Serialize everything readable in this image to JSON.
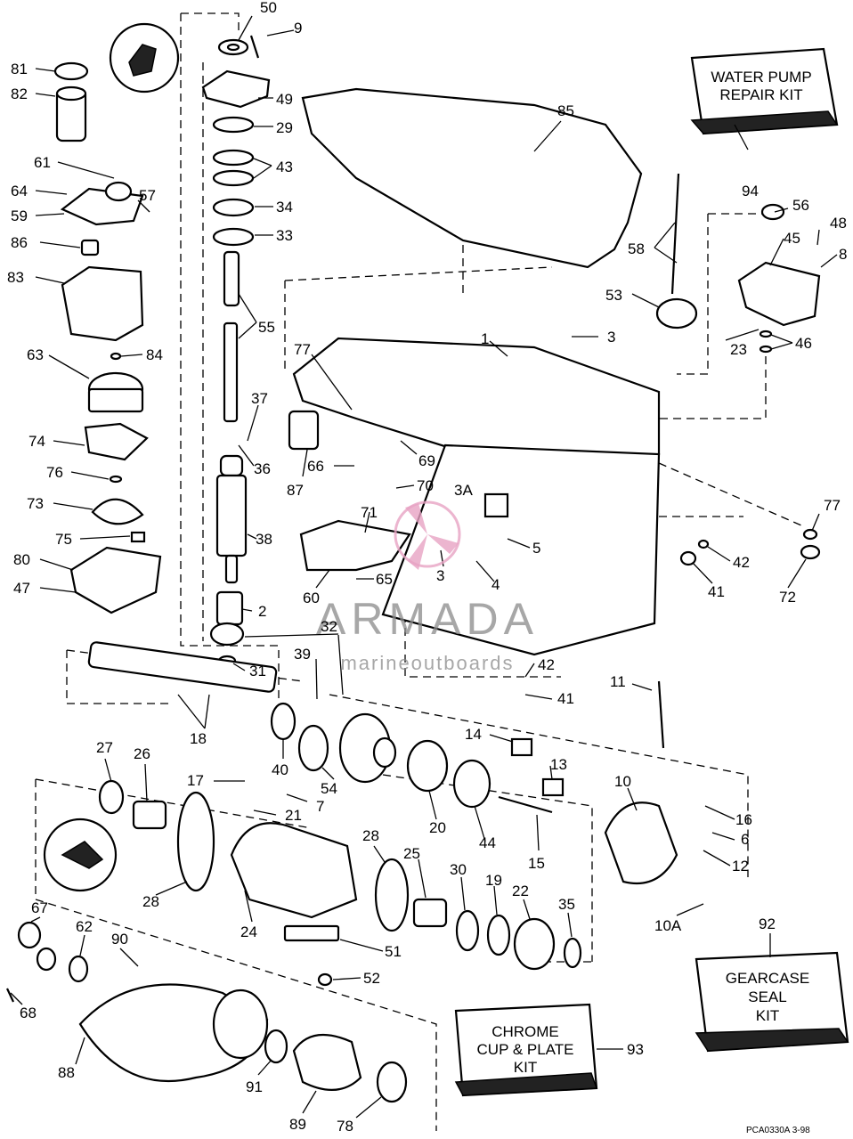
{
  "kits": {
    "water_pump": [
      "WATER PUMP",
      "REPAIR KIT"
    ],
    "gearcase_seal": [
      "GEARCASE",
      "SEAL",
      "KIT"
    ],
    "chrome_cup": [
      "CHROME",
      "CUP & PLATE",
      "KIT"
    ]
  },
  "watermark": {
    "brand": "ARMADA",
    "tagline": "marineoutboards",
    "accent": "#e7a3c3"
  },
  "figure_code": "PCA0330A   3-98",
  "callouts": {
    "c50": "50",
    "c9": "9",
    "c81": "81",
    "c82": "82",
    "c49": "49",
    "c29": "29",
    "c85": "85",
    "c61": "61",
    "c43": "43",
    "c64": "64",
    "c57": "57",
    "c59": "59",
    "c34": "34",
    "c33": "33",
    "c86": "86",
    "c94": "94",
    "c56": "56",
    "c48": "48",
    "c45": "45",
    "c8": "8",
    "c58": "58",
    "c83": "83",
    "c55": "55",
    "c53": "53",
    "c1": "1",
    "c3": "3",
    "c77": "77",
    "c63": "63",
    "c84": "84",
    "c23": "23",
    "c46": "46",
    "c37": "37",
    "c74": "74",
    "c66": "66",
    "c69": "69",
    "c36": "36",
    "c76": "76",
    "c87": "87",
    "c70": "70",
    "c3a": "3A",
    "c73": "73",
    "c71": "71",
    "c77b": "77",
    "c5": "5",
    "c38": "38",
    "c75": "75",
    "c42": "42",
    "c80": "80",
    "c3b": "3",
    "c4": "4",
    "c65": "65",
    "c41": "41",
    "c72": "72",
    "c47": "47",
    "c60": "60",
    "c2": "2",
    "c32": "32",
    "c39": "39",
    "c42b": "42",
    "c31": "31",
    "c11": "11",
    "c41b": "41",
    "c18": "18",
    "c14": "14",
    "c27": "27",
    "c26": "26",
    "c40": "40",
    "c13": "13",
    "c17": "17",
    "c54": "54",
    "c10": "10",
    "c7": "7",
    "c21": "21",
    "c16": "16",
    "c20": "20",
    "c44": "44",
    "c6": "6",
    "c28": "28",
    "c28b": "28",
    "c25": "25",
    "c12": "12",
    "c15": "15",
    "c30": "30",
    "c19": "19",
    "c22": "22",
    "c35": "35",
    "c24": "24",
    "c10a": "10A",
    "c92": "92",
    "c67": "67",
    "c62": "62",
    "c90": "90",
    "c51": "51",
    "c52": "52",
    "c68": "68",
    "c93": "93",
    "c91": "91",
    "c88": "88",
    "c89": "89",
    "c78": "78"
  }
}
